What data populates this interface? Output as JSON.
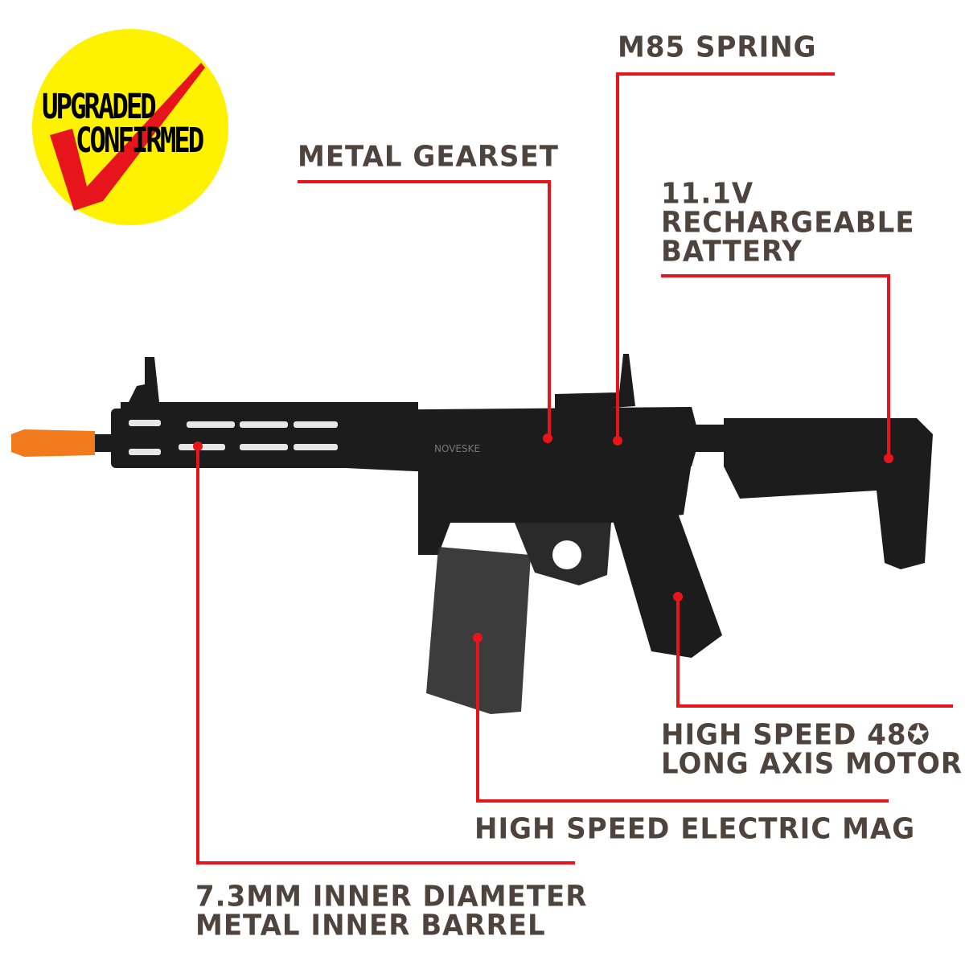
{
  "badge": {
    "line1": "UPGRADED",
    "line2": "CONFIRMED",
    "bg_color": "#fff200",
    "check_color": "#e8141c"
  },
  "accent_color": "#e8141c",
  "label_color": "#4e443d",
  "callouts": {
    "spring": {
      "lines": [
        "M85 SPRING"
      ]
    },
    "gearset": {
      "lines": [
        "METAL GEARSET"
      ]
    },
    "battery": {
      "lines": [
        "11.1V",
        "RECHARGEABLE",
        "BATTERY"
      ]
    },
    "motor": {
      "lines": [
        "HIGH SPEED 48✪",
        "LONG  AXIS MOTOR"
      ]
    },
    "mag": {
      "lines": [
        "HIGH SPEED ELECTRIC MAG"
      ]
    },
    "barrel": {
      "lines": [
        "7.3MM INNER DIAMETER",
        "METAL INNER BARREL"
      ]
    }
  },
  "product": {
    "markings": [
      "NOVESKE"
    ]
  }
}
